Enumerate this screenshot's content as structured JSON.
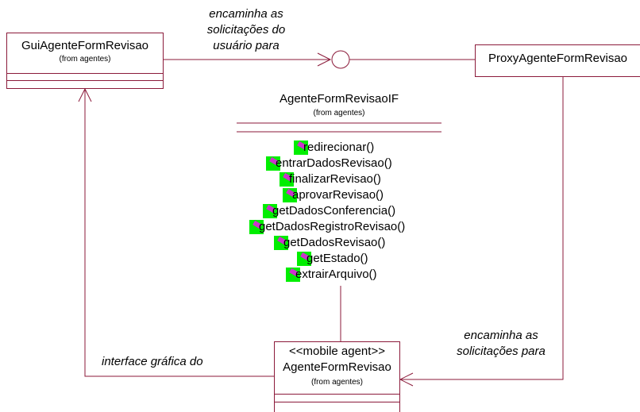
{
  "colors": {
    "line": "#8b1a3a",
    "operation_icon_bg": "#00ee00",
    "operation_icon": "#cc33cc"
  },
  "classes": {
    "gui": {
      "name": "GuiAgenteFormRevisao",
      "from": "(from agentes)"
    },
    "proxy": {
      "name": "ProxyAgenteFormRevisao"
    },
    "interface": {
      "name": "AgenteFormRevisaoIF",
      "from": "(from agentes)"
    },
    "agent": {
      "stereotype": "<<mobile agent>>",
      "name": "AgenteFormRevisao",
      "from": "(from agentes)"
    }
  },
  "operations": [
    "redirecionar()",
    "entrarDadosRevisao()",
    "finalizarRevisao()",
    "aprovarRevisao()",
    "getDadosConferencia()",
    "getDadosRegistroRevisao()",
    "getDadosRevisao()",
    "getEstado()",
    "extrairArquivo()"
  ],
  "labels": {
    "gui_to_interface": [
      "encaminha as",
      "solicitações do",
      "usuário para"
    ],
    "proxy_to_agent": [
      "encaminha as",
      "solicitações para"
    ],
    "agent_to_gui": "interface gráfica do"
  }
}
